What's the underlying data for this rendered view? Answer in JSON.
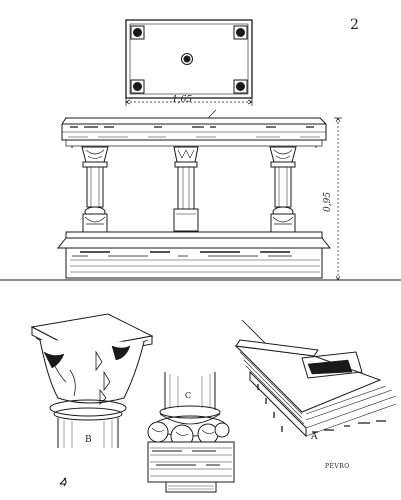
{
  "plate_number": "2",
  "dimensions": {
    "width": "1,65",
    "height": "0,95"
  },
  "detail_labels": {
    "a": "A",
    "b": "B",
    "c": "C"
  },
  "signature": "PÉVRO"
}
